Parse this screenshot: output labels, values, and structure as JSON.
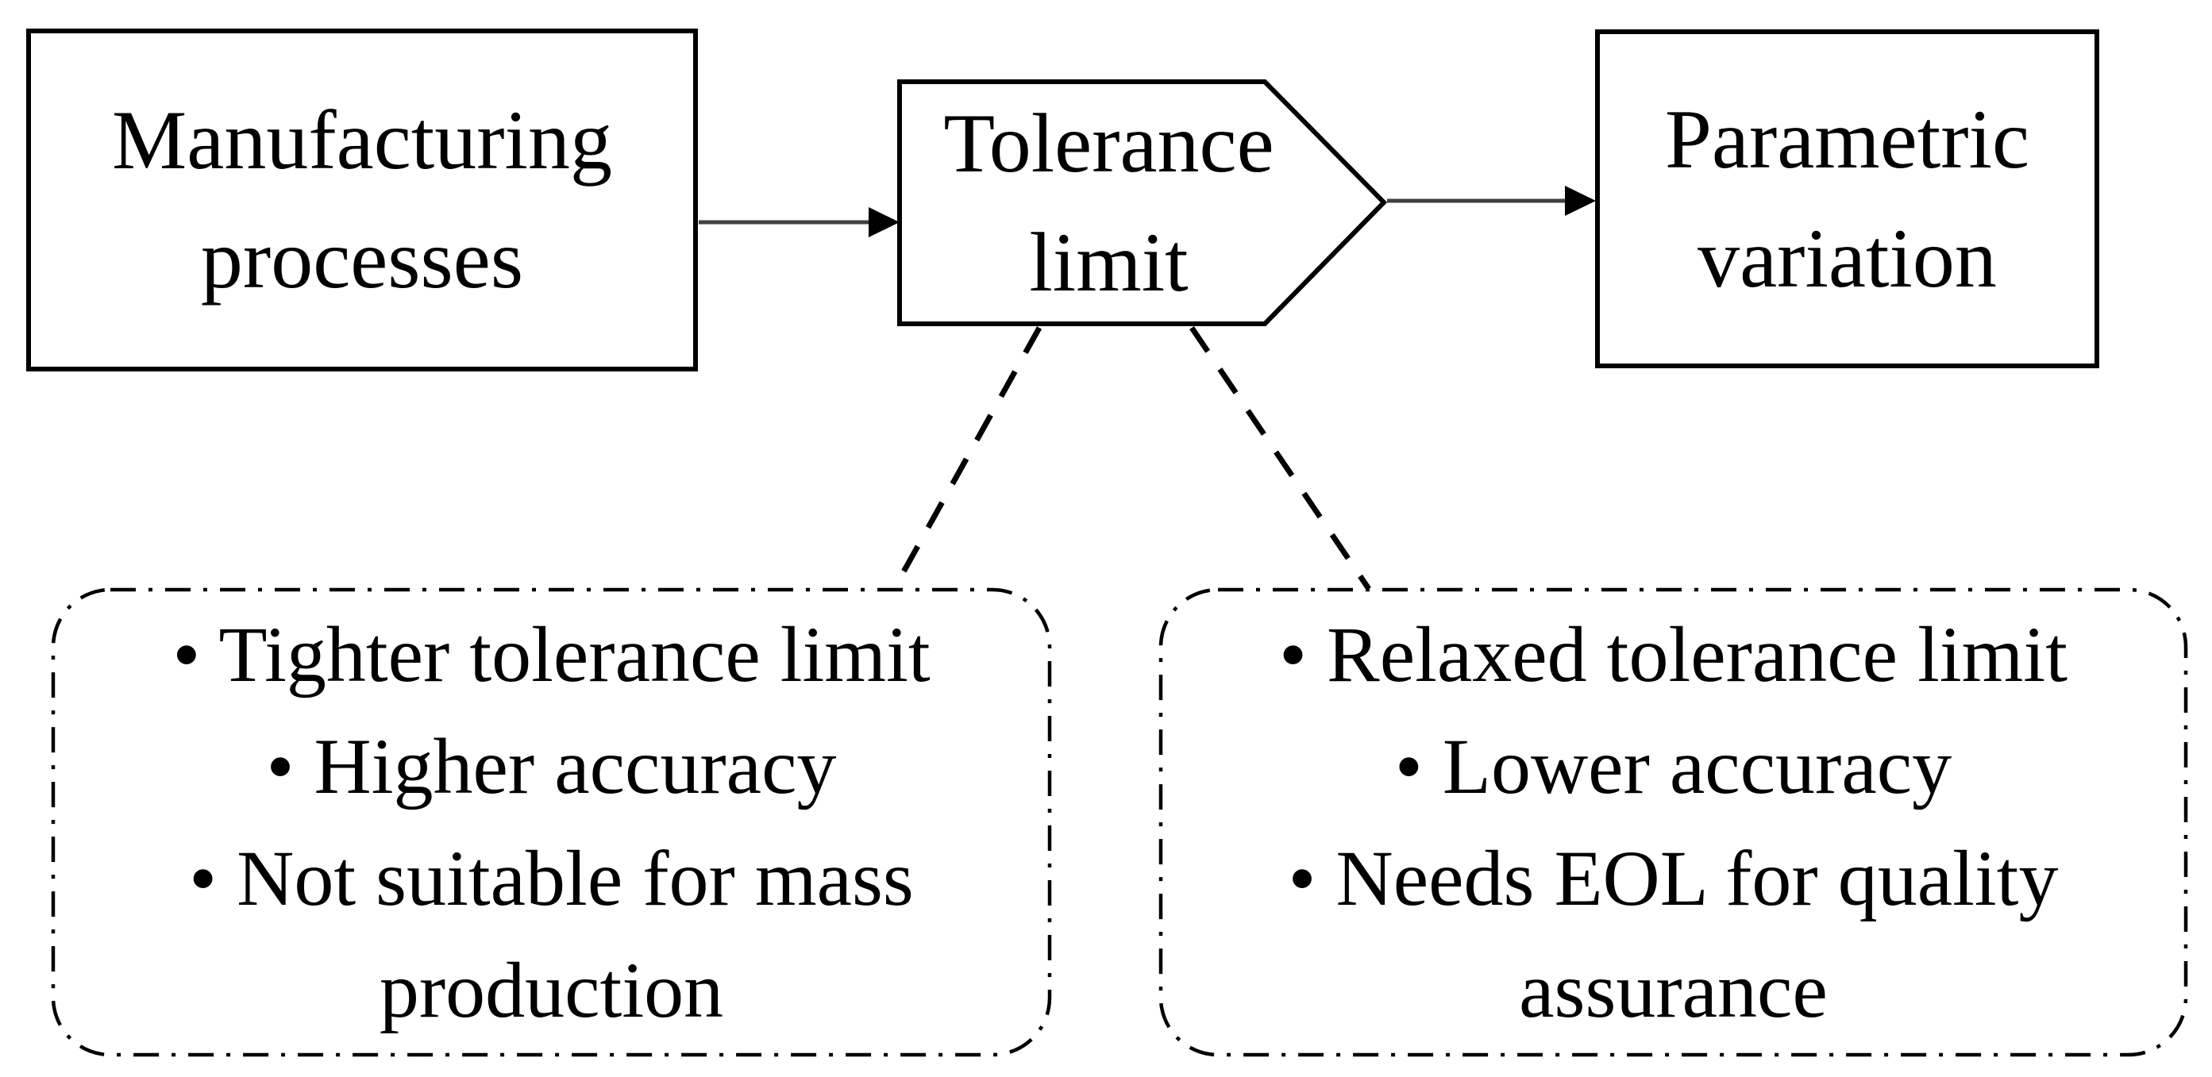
{
  "nodes": {
    "manufacturing": {
      "lines": [
        "Manufacturing",
        "processes"
      ]
    },
    "tolerance": {
      "lines": [
        "Tolerance",
        "limit"
      ]
    },
    "parametric": {
      "lines": [
        "Parametric",
        "variation"
      ]
    }
  },
  "notes_left": {
    "lines": [
      "• Tighter tolerance limit",
      "• Higher accuracy",
      "• Not suitable for mass",
      "production"
    ]
  },
  "notes_right": {
    "lines": [
      "• Relaxed tolerance limit",
      "• Lower accuracy",
      "• Needs EOL for quality",
      "assurance"
    ]
  },
  "colors": {
    "outline": "#000000",
    "connector": "#000000",
    "arrow_shaft": "#404040",
    "arrow_head": "#000000",
    "text": "#000000",
    "background": "#ffffff"
  }
}
